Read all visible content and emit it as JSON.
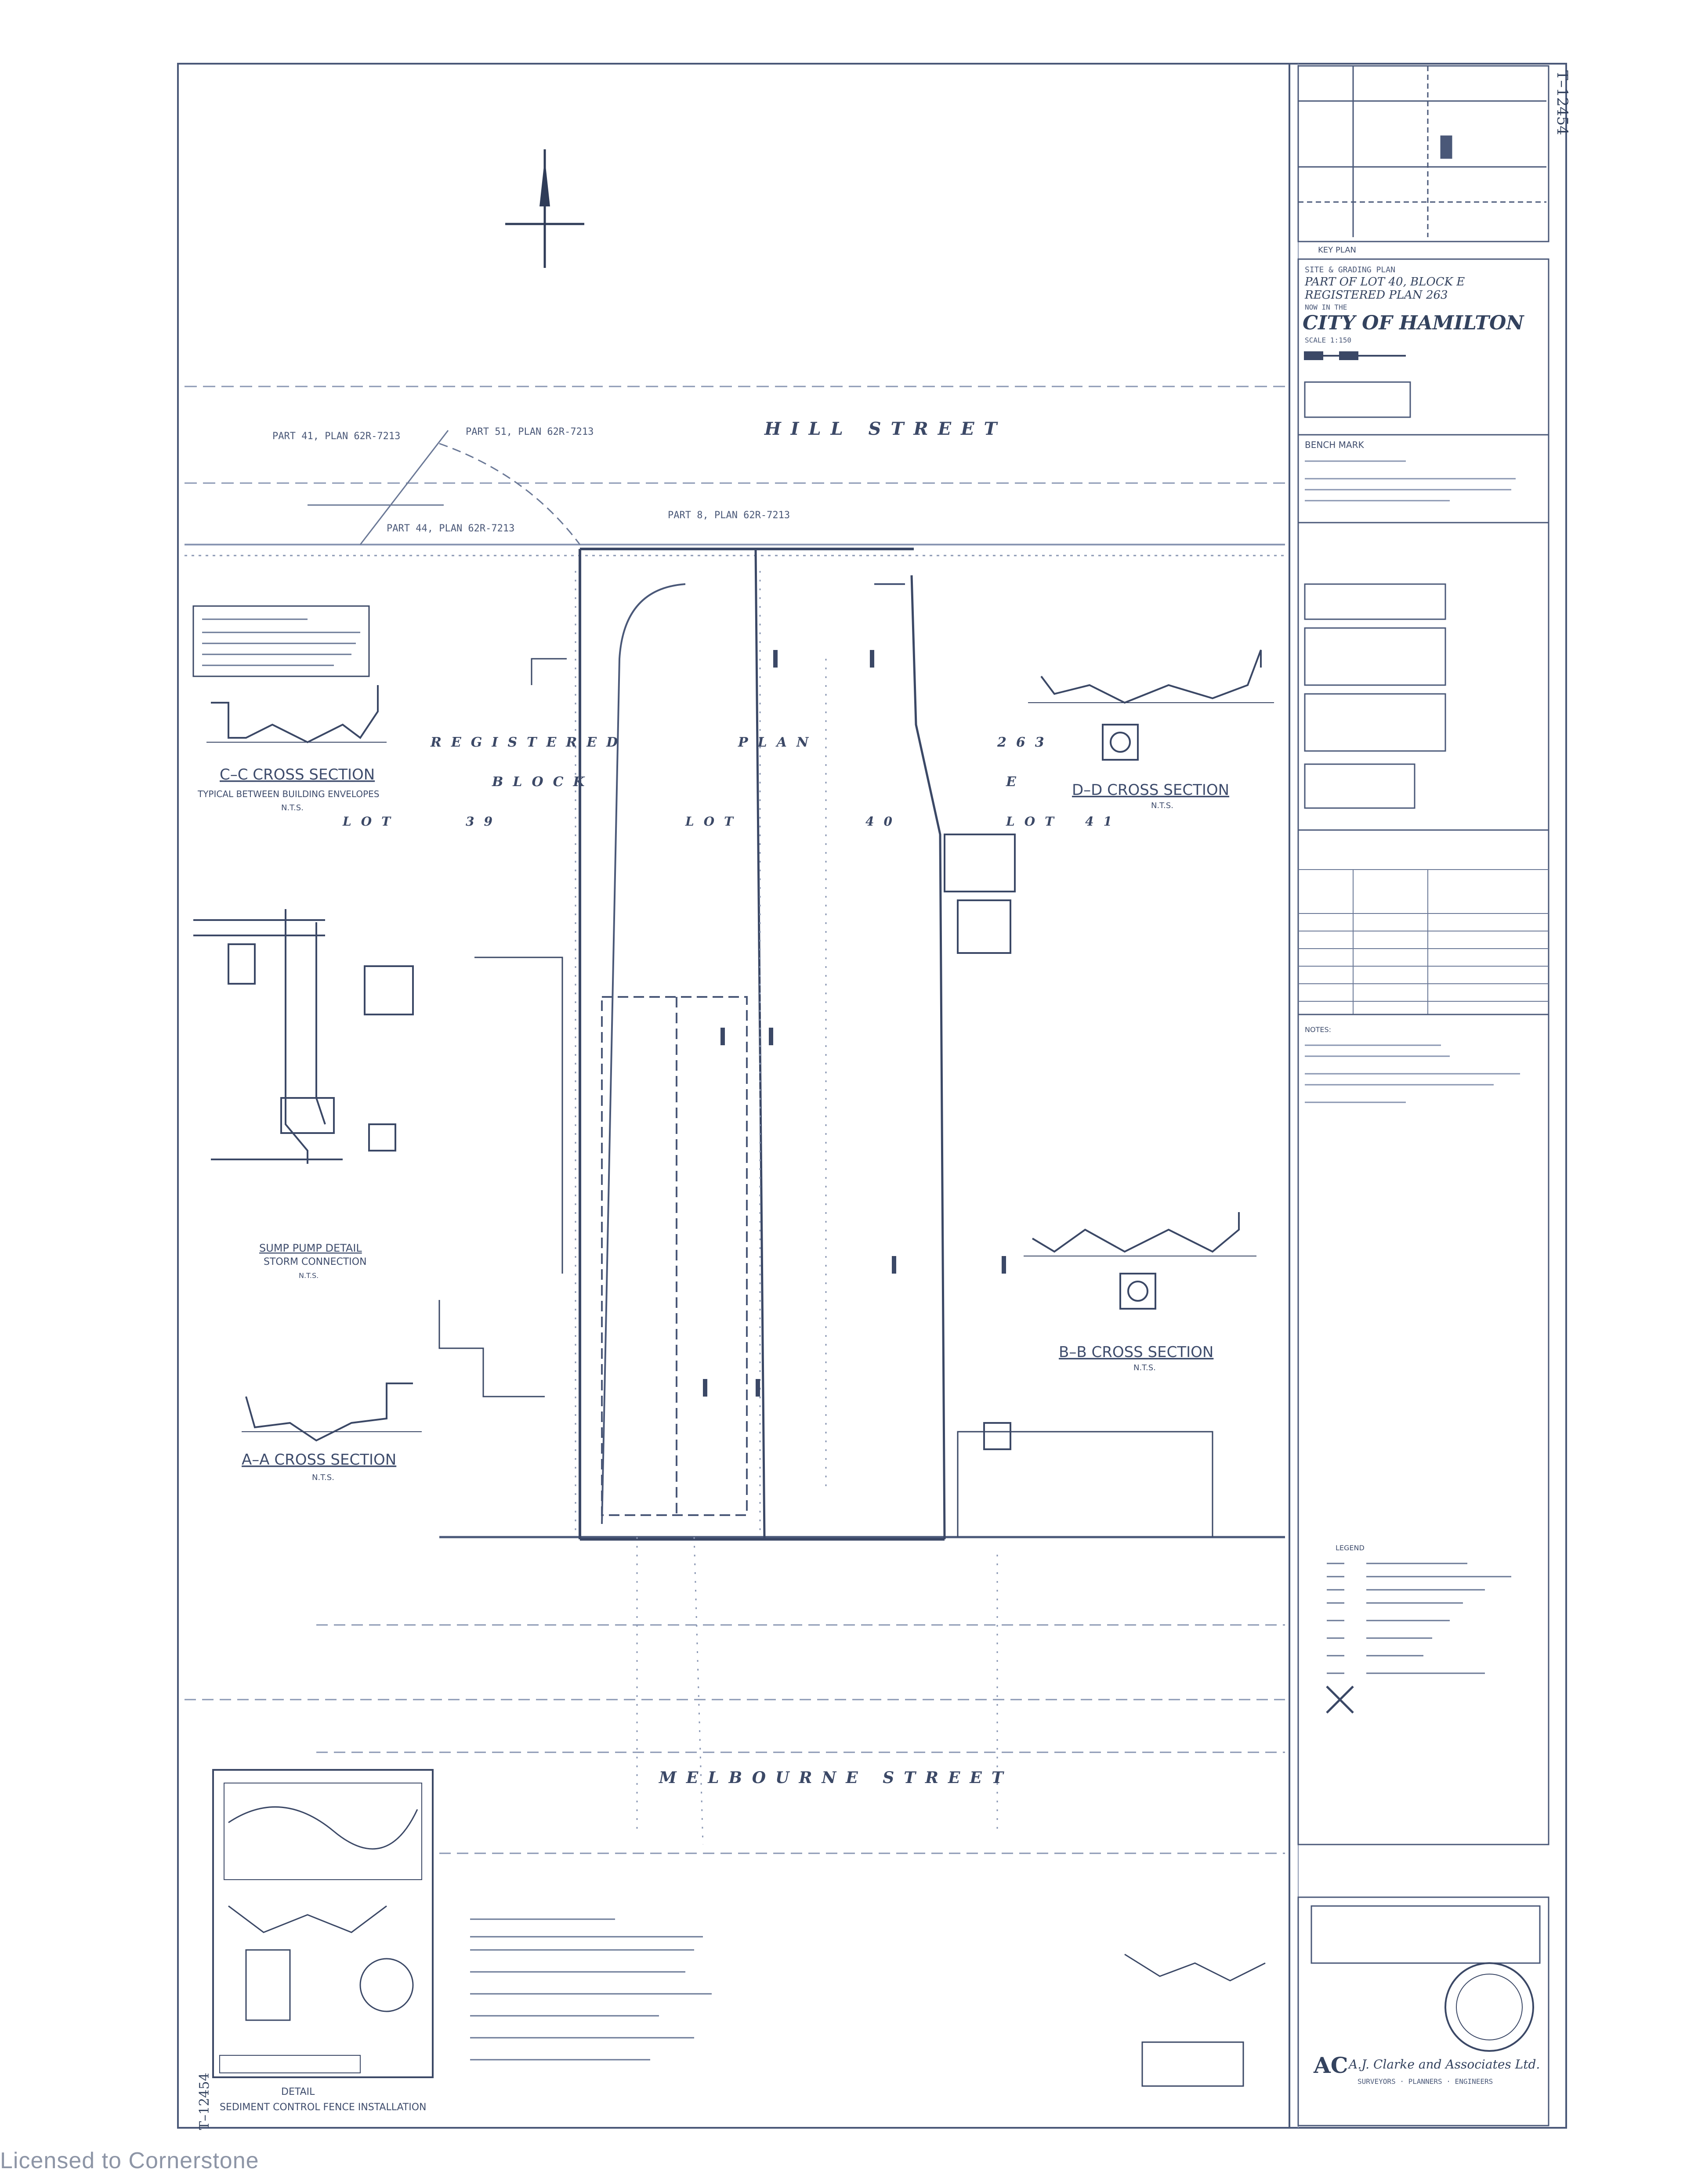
{
  "plan": {
    "streets": {
      "north": "HILL STREET",
      "south": "MELBOURNE STREET"
    },
    "legal_text": {
      "registered": "REGISTERED",
      "plan": "PLAN",
      "no": "263",
      "block": "BLOCK",
      "block_letter": "E",
      "lot": "LOT",
      "lot_39": "39",
      "lot_40": "40",
      "lot_41": "41"
    },
    "reference_plans": {
      "part41": "PART 41, PLAN 62R-7213",
      "part51": "PART 51, PLAN 62R-7213",
      "part44": "PART 44, PLAN 62R-7213",
      "part8": "PART 8, PLAN 62R-7213"
    },
    "sections": {
      "cc": {
        "title": "C–C CROSS SECTION",
        "sub": "TYPICAL BETWEEN BUILDING ENVELOPES",
        "scale": "N.T.S."
      },
      "dd": {
        "title": "D–D CROSS SECTION",
        "scale": "N.T.S."
      },
      "bb": {
        "title": "B–B CROSS SECTION",
        "scale": "N.T.S."
      },
      "aa": {
        "title": "A–A CROSS SECTION",
        "scale": "N.T.S."
      },
      "sump": {
        "title": "SUMP PUMP DETAIL",
        "sub": "STORM CONNECTION",
        "scale": "N.T.S."
      },
      "silt": {
        "title": "SEDIMENT CONTROL FENCE INSTALLATION",
        "label": "DETAIL"
      }
    },
    "title_block": {
      "header": "SITE & GRADING PLAN",
      "line1": "PART OF LOT 40, BLOCK E",
      "line2": "REGISTERED PLAN 263",
      "line3": "NOW IN THE",
      "city": "CITY OF HAMILTON",
      "scale": "SCALE 1:150",
      "key_plan": "KEY PLAN",
      "benchmark": "BENCH MARK",
      "legend": "LEGEND",
      "notes": "NOTES:",
      "firm": "A.J. Clarke and Associates Ltd.",
      "firm_sub": "SURVEYORS · PLANNERS · ENGINEERS"
    },
    "side_numbers": {
      "right": "T–12454",
      "left": "T–12454"
    }
  },
  "watermark": "Licensed to Cornerstone",
  "colors": {
    "ink": "#33425e",
    "light_ink": "#8895b0",
    "paper": "#ffffff"
  }
}
